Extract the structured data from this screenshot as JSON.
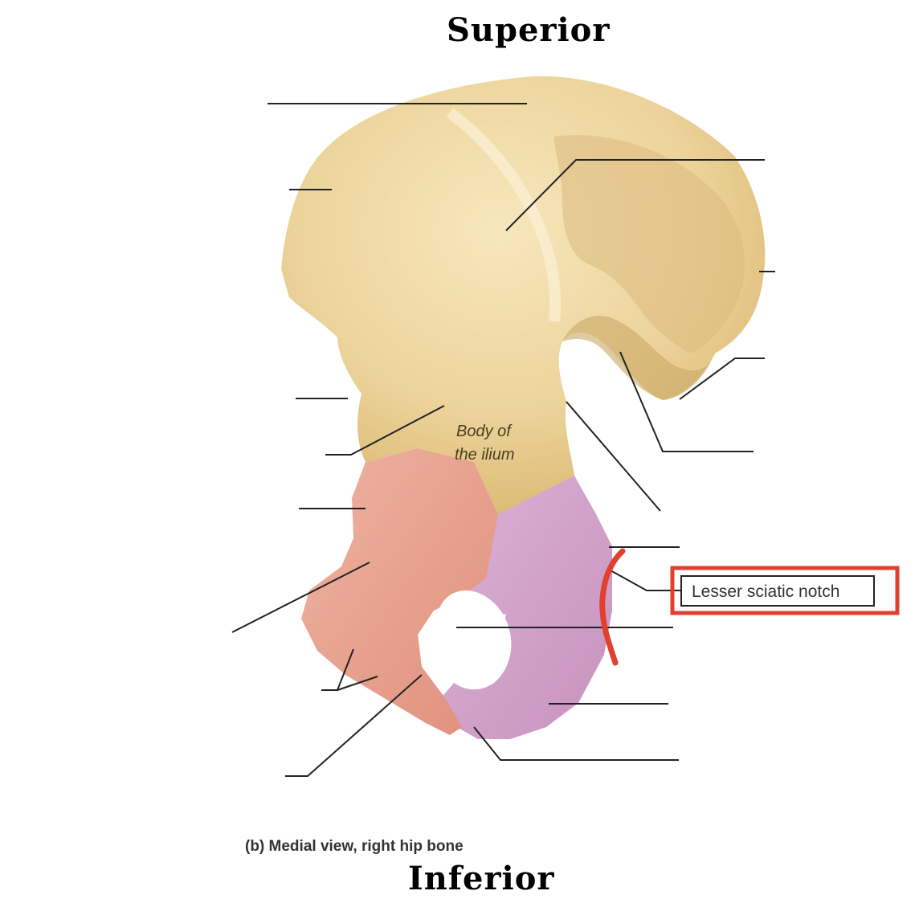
{
  "orientation": {
    "top": "Superior",
    "bottom": "Inferior"
  },
  "caption": "(b) Medial view, right hip bone",
  "labels": {
    "body_of_ilium_line1": "Body of",
    "body_of_ilium_line2": "the ilium",
    "highlighted": "Lesser sciatic notch"
  },
  "colors": {
    "ilium": "#ecd39a",
    "pubis": "#eaa08f",
    "ischium": "#d4a3cc",
    "highlight": "#e0412e",
    "leader_line": "#222222"
  }
}
